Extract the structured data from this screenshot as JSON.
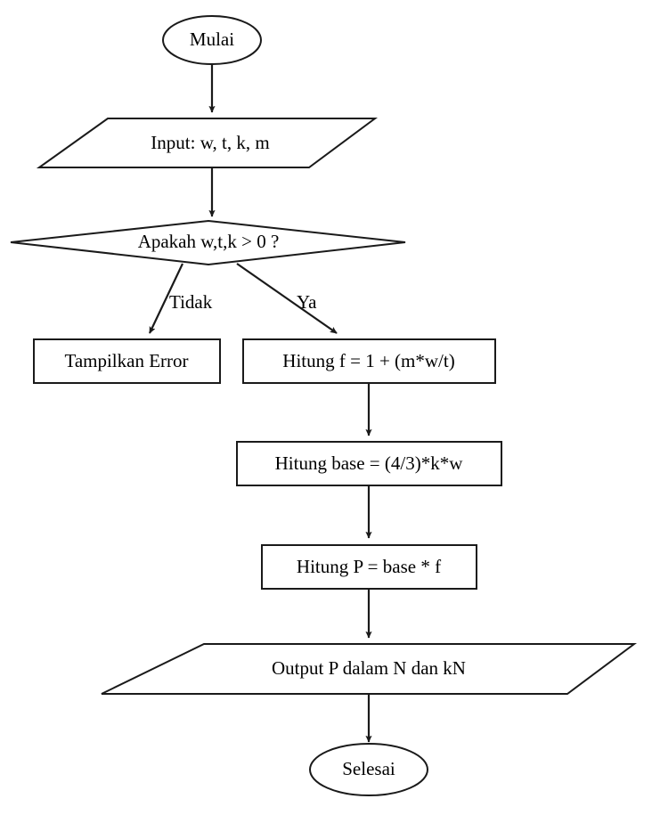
{
  "diagram": {
    "type": "flowchart",
    "language": "id",
    "title": "",
    "colors": {
      "background": "#ffffff",
      "stroke": "#1a1a1a",
      "text": "#000000",
      "fill": "#ffffff"
    },
    "nodes": [
      {
        "id": "start",
        "shape": "terminator",
        "label": "Mulai"
      },
      {
        "id": "input",
        "shape": "parallelogram",
        "label": "Input: w, t, k, m"
      },
      {
        "id": "cond",
        "shape": "diamond",
        "label": "Apakah w,t,k > 0 ?"
      },
      {
        "id": "error",
        "shape": "process",
        "label": "Tampilkan Error"
      },
      {
        "id": "calc_f",
        "shape": "process",
        "label": "Hitung f = 1 + (m*w/t)"
      },
      {
        "id": "calc_base",
        "shape": "process",
        "label": "Hitung base = (4/3)*k*w"
      },
      {
        "id": "calc_p",
        "shape": "process",
        "label": "Hitung P = base * f"
      },
      {
        "id": "output",
        "shape": "parallelogram",
        "label": "Output P dalam N dan kN"
      },
      {
        "id": "end",
        "shape": "terminator",
        "label": "Selesai"
      }
    ],
    "edges": [
      {
        "from": "start",
        "to": "input",
        "label": ""
      },
      {
        "from": "input",
        "to": "cond",
        "label": ""
      },
      {
        "from": "cond",
        "to": "error",
        "label": "Tidak"
      },
      {
        "from": "cond",
        "to": "calc_f",
        "label": "Ya"
      },
      {
        "from": "calc_f",
        "to": "calc_base",
        "label": ""
      },
      {
        "from": "calc_base",
        "to": "calc_p",
        "label": ""
      },
      {
        "from": "calc_p",
        "to": "output",
        "label": ""
      },
      {
        "from": "output",
        "to": "end",
        "label": ""
      }
    ]
  }
}
